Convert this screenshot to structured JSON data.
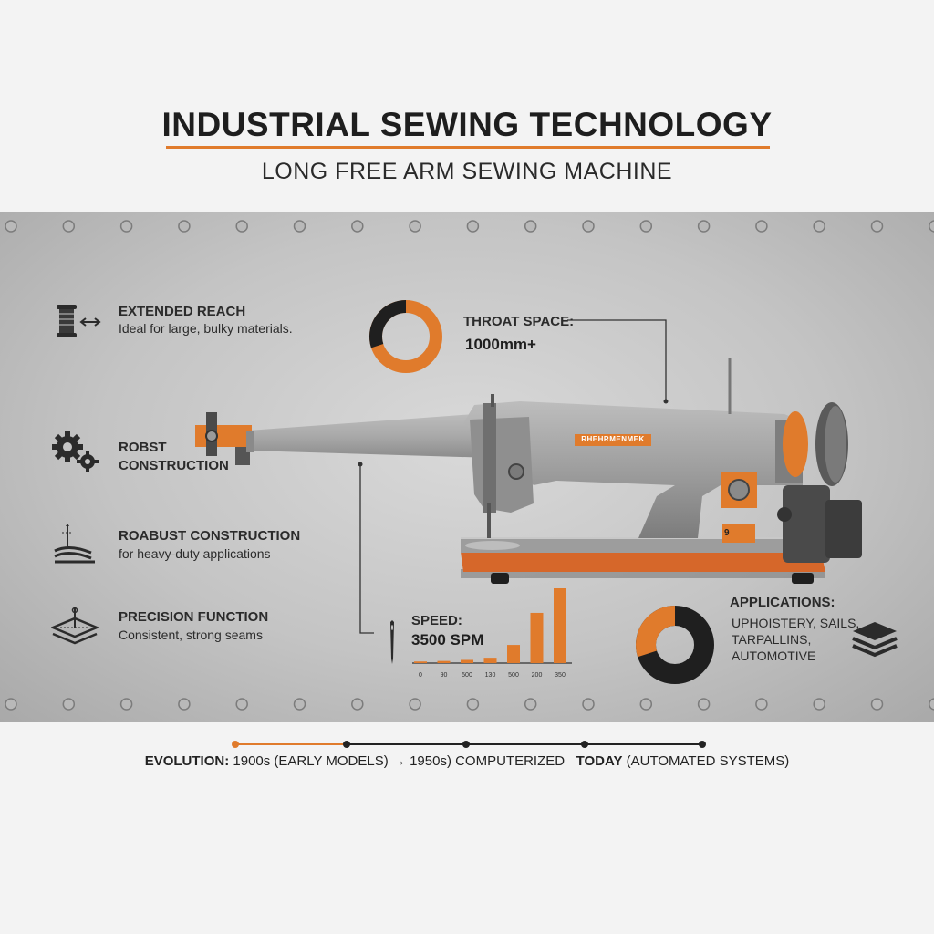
{
  "header": {
    "title": "INDUSTRIAL SEWING TECHNOLOGY",
    "subtitle": "LONG FREE ARM SEWING MACHINE"
  },
  "features": [
    {
      "icon": "thread-spool-icon",
      "title": "EXTENDED REACH",
      "desc": "Ideal for large, bulky materials."
    },
    {
      "icon": "gears-icon",
      "title": "ROBST",
      "title2": "CONSTRUCTION",
      "desc": ""
    },
    {
      "icon": "fabric-needle-icon",
      "title": "ROABUST CONSTRUCTION",
      "desc": "for heavy-duty applications"
    },
    {
      "icon": "precision-layers-icon",
      "title": "PRECISION FUNCTION",
      "desc": "Consistent, strong seams"
    }
  ],
  "throat": {
    "label": "THROAT SPACE:",
    "value": "1000mm+",
    "gauge_fraction": 0.72
  },
  "speed": {
    "label": "SPEED:",
    "value": "3500 SPM",
    "bar_labels": [
      "0",
      "90",
      "500",
      "130",
      "500",
      "200",
      "350"
    ],
    "bar_values": [
      1.5,
      2,
      3,
      5,
      17,
      47,
      70
    ]
  },
  "machine": {
    "badge": "RHEHRMENMEK",
    "plate": "9"
  },
  "applications": {
    "label": "APPLICATIONS:",
    "lines": [
      "UPHOISTERY, SAILS,",
      "TARPALLINS,",
      "AUTOMOTIVE"
    ],
    "donut_fraction": 0.3
  },
  "timeline": {
    "prefix": "EVOLUTION:",
    "part1": "1900s (EARLY MODELS) → 1950s) COMPUTERIZED",
    "today": "TODAY",
    "part2": "(AUTOMATED SYSTEMS)"
  },
  "colors": {
    "accent": "#e07b2c",
    "dark": "#1f1f1f",
    "metal": "#a7a7a7"
  }
}
